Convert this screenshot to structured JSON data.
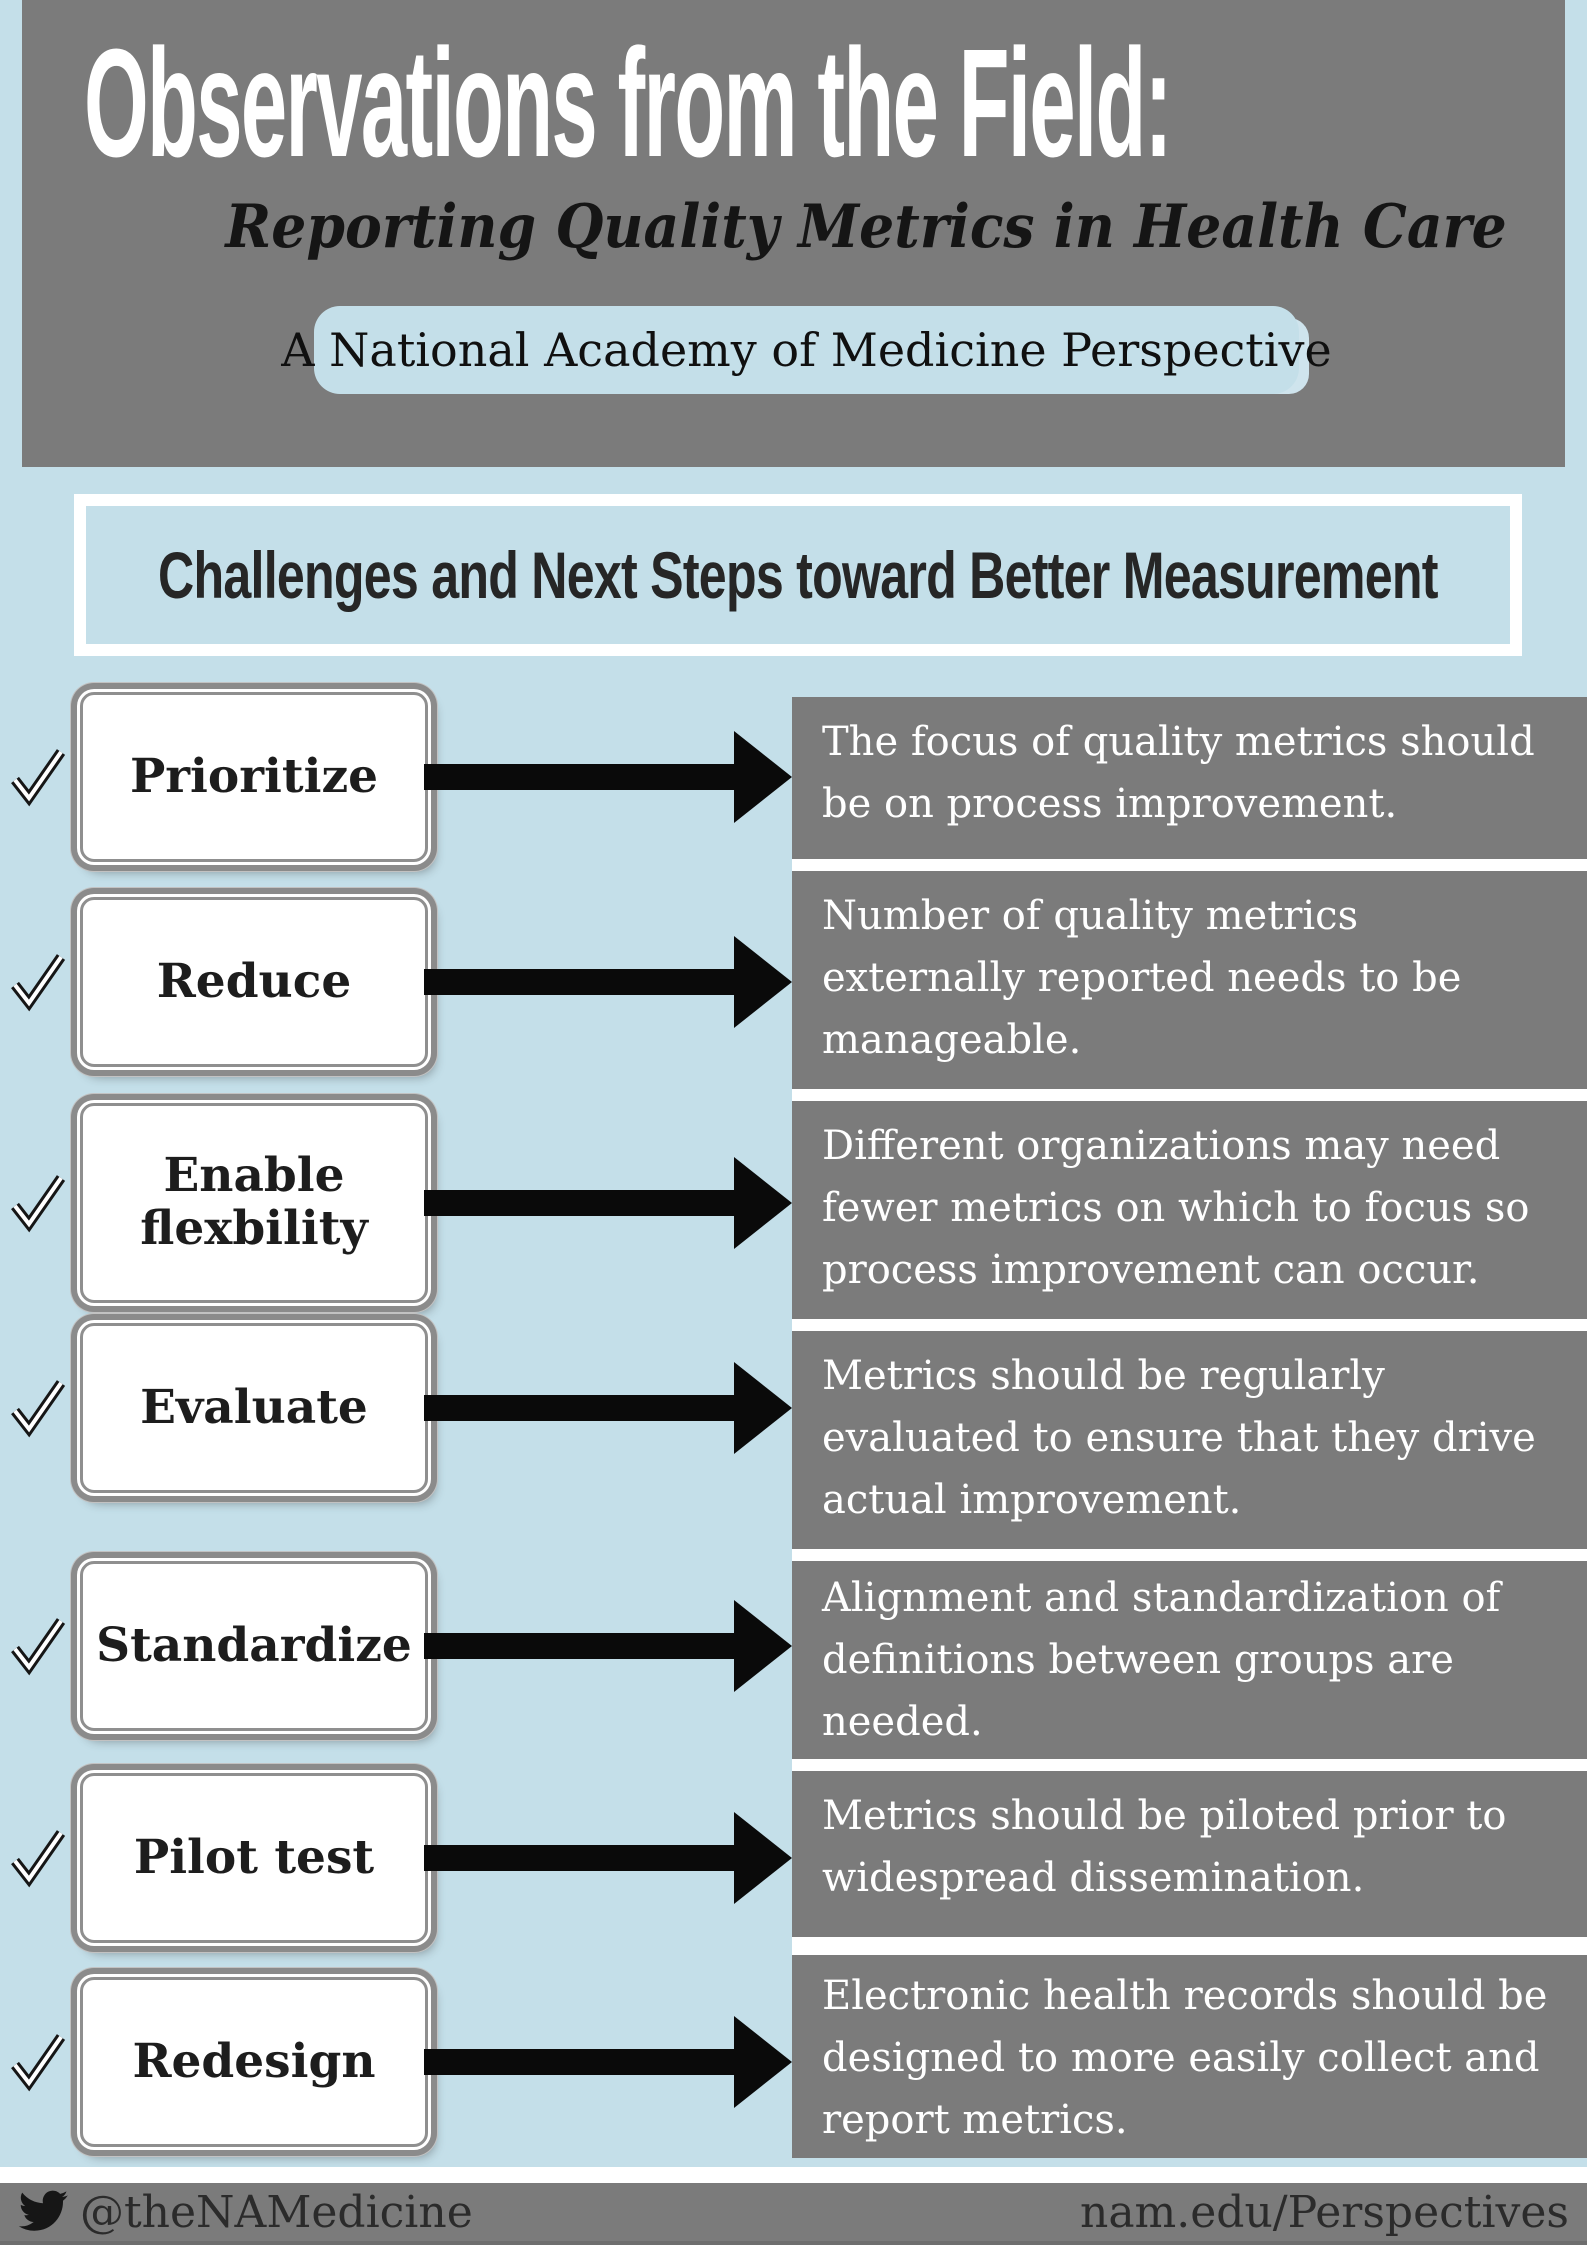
{
  "header": {
    "title": "Observations from the Field:",
    "subtitle": "Reporting Quality Metrics in Health Care",
    "badge": "A National Academy of Medicine Perspective"
  },
  "banner": {
    "heading": "Challenges and Next Steps toward Better Measurement"
  },
  "rows": [
    {
      "label": "Prioritize",
      "desc": "The focus of quality metrics should\nbe on process improvement."
    },
    {
      "label": "Reduce",
      "desc": "Number of quality metrics\nexternally reported needs to be\nmanageable."
    },
    {
      "label": "Enable\nflexbility",
      "desc": "Different organizations may need\nfewer metrics on which to focus so\nprocess improvement can occur."
    },
    {
      "label": "Evaluate",
      "desc": "Metrics should be regularly\nevaluated to ensure that they drive\nactual improvement."
    },
    {
      "label": "Standardize",
      "desc": "Alignment and standardization of\ndefinitions between groups are\nneeded."
    },
    {
      "label": "Pilot test",
      "desc": "Metrics should be piloted prior to\nwidespread dissemination."
    },
    {
      "label": "Redesign",
      "desc": "Electronic health records should be\ndesigned to more easily collect and\nreport metrics."
    }
  ],
  "footer": {
    "twitter_handle": "@theNAMedicine",
    "website": "nam.edu/Perspectives"
  },
  "icons": {
    "check": "check-mark-icon",
    "arrow": "right-arrow-icon",
    "twitter": "twitter-bird-icon"
  },
  "colors": {
    "background_blue": "#c4dfe9",
    "panel_gray": "#7b7b7b",
    "box_border_gray": "#8b8b8b",
    "text_dark": "#1d1d1d",
    "text_white": "#ffffff",
    "arrow_black": "#0a0a0a"
  }
}
